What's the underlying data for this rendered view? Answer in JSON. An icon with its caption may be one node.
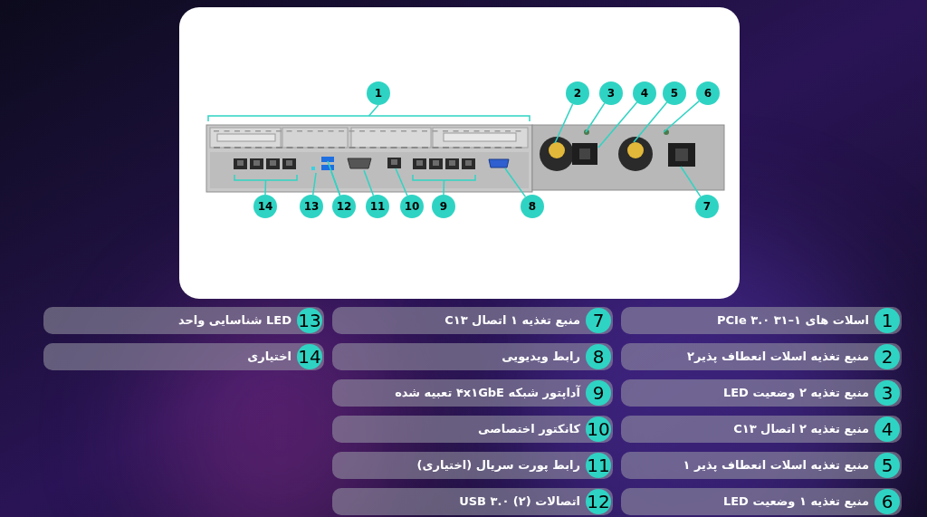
{
  "diagram": {
    "nodes": [
      {
        "text": [],
        "shape": "picture"
      },
      {
        "text": [
          "1"
        ],
        "in": 0
      },
      {
        "text": [
          "2"
        ],
        "in": 0
      },
      {
        "text": [
          "3"
        ],
        "in": 0
      },
      {
        "text": [
          "4"
        ],
        "in": 0
      },
      {
        "text": [
          "5"
        ],
        "in": 0
      },
      {
        "text": [
          "6"
        ],
        "in": 0
      },
      {
        "text": [
          "7"
        ],
        "in": 0
      },
      {
        "text": [
          "8"
        ],
        "in": 0
      },
      {
        "text": [
          "9"
        ],
        "in": 0
      },
      {
        "text": [
          "10"
        ],
        "in": 0
      },
      {
        "text": [
          "11"
        ],
        "in": 0
      },
      {
        "text": [
          "12"
        ],
        "in": 0
      },
      {
        "text": [
          "13"
        ],
        "in": 0
      },
      {
        "text": [
          "14"
        ],
        "in": 0
      },
      {
        "text": [
          "1",
          "اسلات های ۱–۳۱ PCIe ۳.۰"
        ]
      },
      {
        "text": [
          "2",
          "منبع تغذیه اسلات انعطاف پذیر۲"
        ]
      },
      {
        "text": [
          "3",
          "منبع تغذیه ۲ وضعیت LED"
        ]
      },
      {
        "text": [
          "4",
          "منبع تغذیه ۲ اتصال C۱۳"
        ]
      },
      {
        "text": [
          "5",
          "منبع تغذیه اسلات انعطاف پذیر ۱"
        ]
      },
      {
        "text": [
          "6",
          "منبع تغذیه ۱ وضعیت LED"
        ]
      },
      {
        "text": [
          "7",
          "منبع تغذیه ۱ اتصال C۱۳"
        ]
      },
      {
        "text": [
          "8",
          "رابط ویدیویی"
        ]
      },
      {
        "text": [
          "9",
          "آداپتور شبکه ۴x۱GbE تعبیه شده"
        ]
      },
      {
        "text": [
          "10",
          "کانکتور اختصاصی"
        ]
      },
      {
        "text": [
          "11",
          "رابط پورت سریال (اختیاری)"
        ]
      },
      {
        "text": [
          "12",
          "اتصالات (۲) USB ۳.۰"
        ]
      },
      {
        "text": [
          "13",
          "LED شناسایی واحد"
        ]
      },
      {
        "text": [
          "14",
          "اختیاری"
        ]
      }
    ],
    "edges": [
      {
        "from": 2,
        "to": null,
        "arrow": "none"
      },
      {
        "from": 3,
        "to": null,
        "arrow": "none"
      },
      {
        "from": 4,
        "to": null,
        "arrow": "none"
      },
      {
        "from": 5,
        "to": null,
        "arrow": "none"
      },
      {
        "from": 6,
        "to": null,
        "arrow": "none"
      },
      {
        "from": 7,
        "to": null,
        "arrow": "none"
      },
      {
        "from": 8,
        "to": null,
        "arrow": "none"
      },
      {
        "from": 10,
        "to": null,
        "arrow": "none"
      },
      {
        "from": 11,
        "to": null,
        "arrow": "none"
      },
      {
        "from": 12,
        "to": null,
        "arrow": "none"
      },
      {
        "from": 12,
        "to": null,
        "arrow": "none"
      },
      {
        "from": 13,
        "to": null,
        "arrow": "none"
      }
    ]
  }
}
